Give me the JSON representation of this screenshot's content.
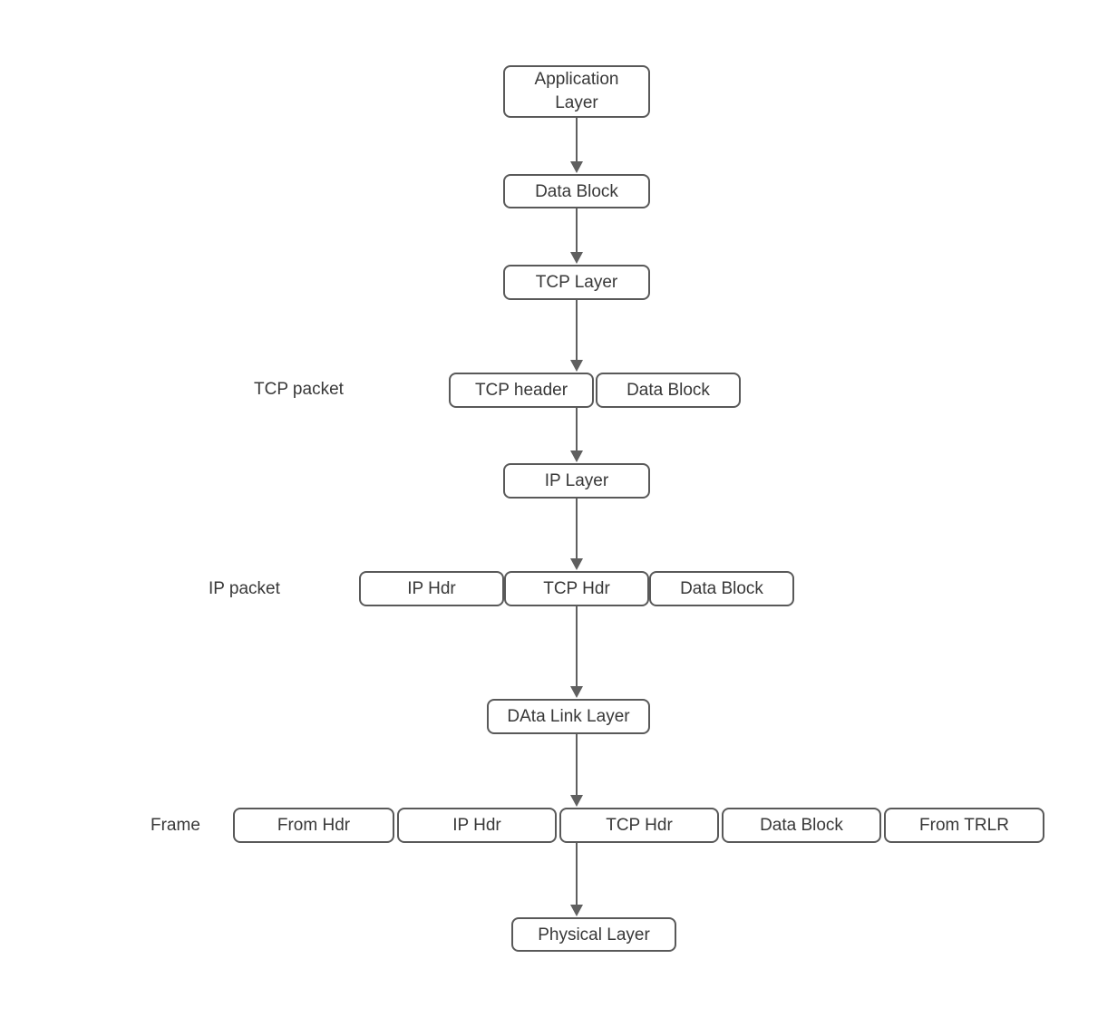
{
  "diagram": {
    "title_semantic": "TCP/IP encapsulation flow diagram",
    "colors": {
      "background": "#ffffff",
      "node_border": "#595959",
      "node_fill": "#ffffff",
      "text": "#383838",
      "arrow": "#5f5f5f"
    },
    "nodes": {
      "application_layer": {
        "line1": "Application",
        "line2": "Layer"
      },
      "data_block_top": {
        "label": "Data Block"
      },
      "tcp_layer": {
        "label": "TCP Layer"
      },
      "tcp_header": {
        "label": "TCP header"
      },
      "tcp_packet_data_block": {
        "label": "Data Block"
      },
      "ip_layer": {
        "label": "IP Layer"
      },
      "ip_hdr": {
        "label": "IP Hdr"
      },
      "tcp_hdr": {
        "label": "TCP Hdr"
      },
      "ip_packet_data_block": {
        "label": "Data Block"
      },
      "data_link_layer": {
        "label": "DAta Link Layer"
      },
      "frame_from_hdr": {
        "label": "From Hdr"
      },
      "frame_ip_hdr": {
        "label": "IP Hdr"
      },
      "frame_tcp_hdr": {
        "label": "TCP Hdr"
      },
      "frame_data_block": {
        "label": "Data Block"
      },
      "frame_from_trlr": {
        "label": "From TRLR"
      },
      "physical_layer": {
        "label": "Physical Layer"
      }
    },
    "labels": {
      "tcp_packet": "TCP packet",
      "ip_packet": "IP packet",
      "frame": "Frame"
    }
  }
}
